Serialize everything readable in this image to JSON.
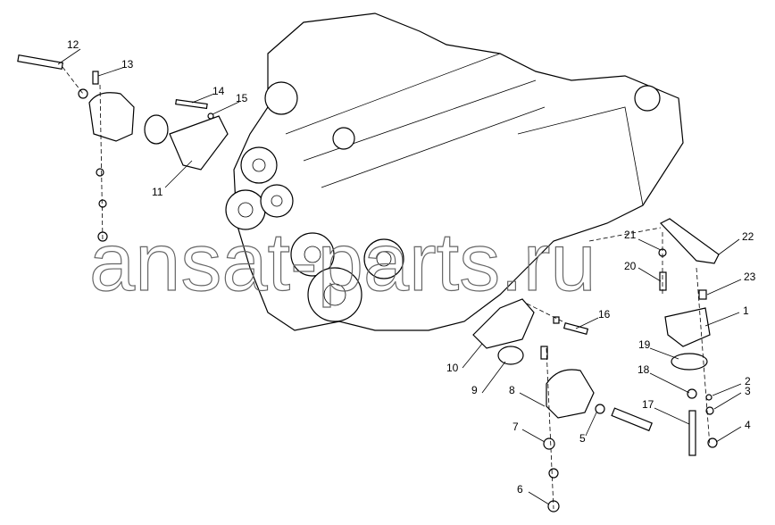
{
  "diagram": {
    "watermark": "ansat-parts.ru",
    "callouts": [
      "1",
      "2",
      "3",
      "4",
      "5",
      "6",
      "7",
      "8",
      "9",
      "10",
      "11",
      "12",
      "13",
      "14",
      "15",
      "16",
      "17",
      "18",
      "19",
      "20",
      "21",
      "22",
      "23"
    ]
  }
}
